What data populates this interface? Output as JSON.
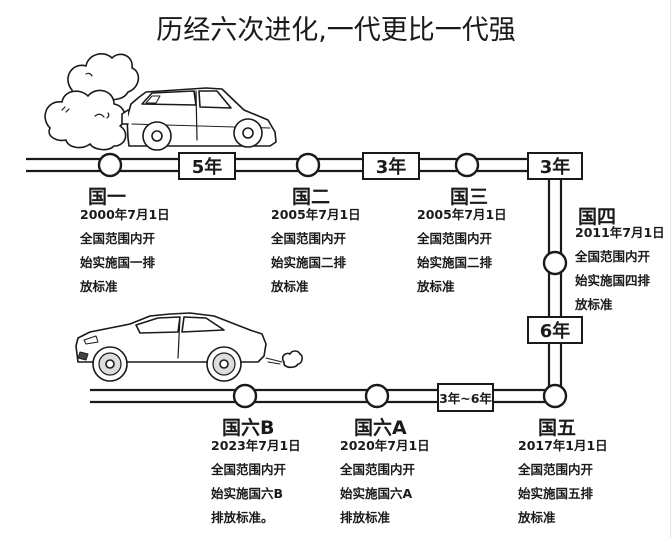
{
  "title": "历经六次进化,一代更比一代强",
  "intervals": [
    {
      "id": "i1",
      "label": "5年"
    },
    {
      "id": "i2",
      "label": "3年"
    },
    {
      "id": "i3",
      "label": "3年"
    },
    {
      "id": "i4",
      "label": "6年"
    },
    {
      "id": "i5",
      "label": "3年~6年"
    }
  ],
  "stages": [
    {
      "name": "国一",
      "lines": [
        "2000年7月1日",
        "全国范围内开",
        "始实施国一排",
        "放标准"
      ]
    },
    {
      "name": "国二",
      "lines": [
        "2005年7月1日",
        "全国范围内开",
        "始实施国二排",
        "放标准"
      ]
    },
    {
      "name": "国三",
      "lines": [
        "2005年7月1日",
        "全国范围内开",
        "始实施国二排",
        "放标准"
      ]
    },
    {
      "name": "国四",
      "lines": [
        "2011年7月1日",
        "全国范围内开",
        "始实施国四排",
        "放标准"
      ]
    },
    {
      "name": "国五",
      "lines": [
        "2017年1月1日",
        "全国范围内开",
        "始实施国五排",
        "放标准"
      ]
    },
    {
      "name": "国六A",
      "lines": [
        "2020年7月1日",
        "全国范围内开",
        "始实施国六A",
        "排放标准"
      ]
    },
    {
      "name": "国六B",
      "lines": [
        "2023年7月1日",
        "全国范围内开",
        "始实施国六B",
        "排放标准。"
      ]
    }
  ],
  "illustrations": {
    "top": "old-car-with-exhaust-smoke",
    "bottom": "modern-sedan-with-small-exhaust"
  },
  "colors": {
    "ink": "#1a1a1a",
    "background": "#ffffff"
  }
}
